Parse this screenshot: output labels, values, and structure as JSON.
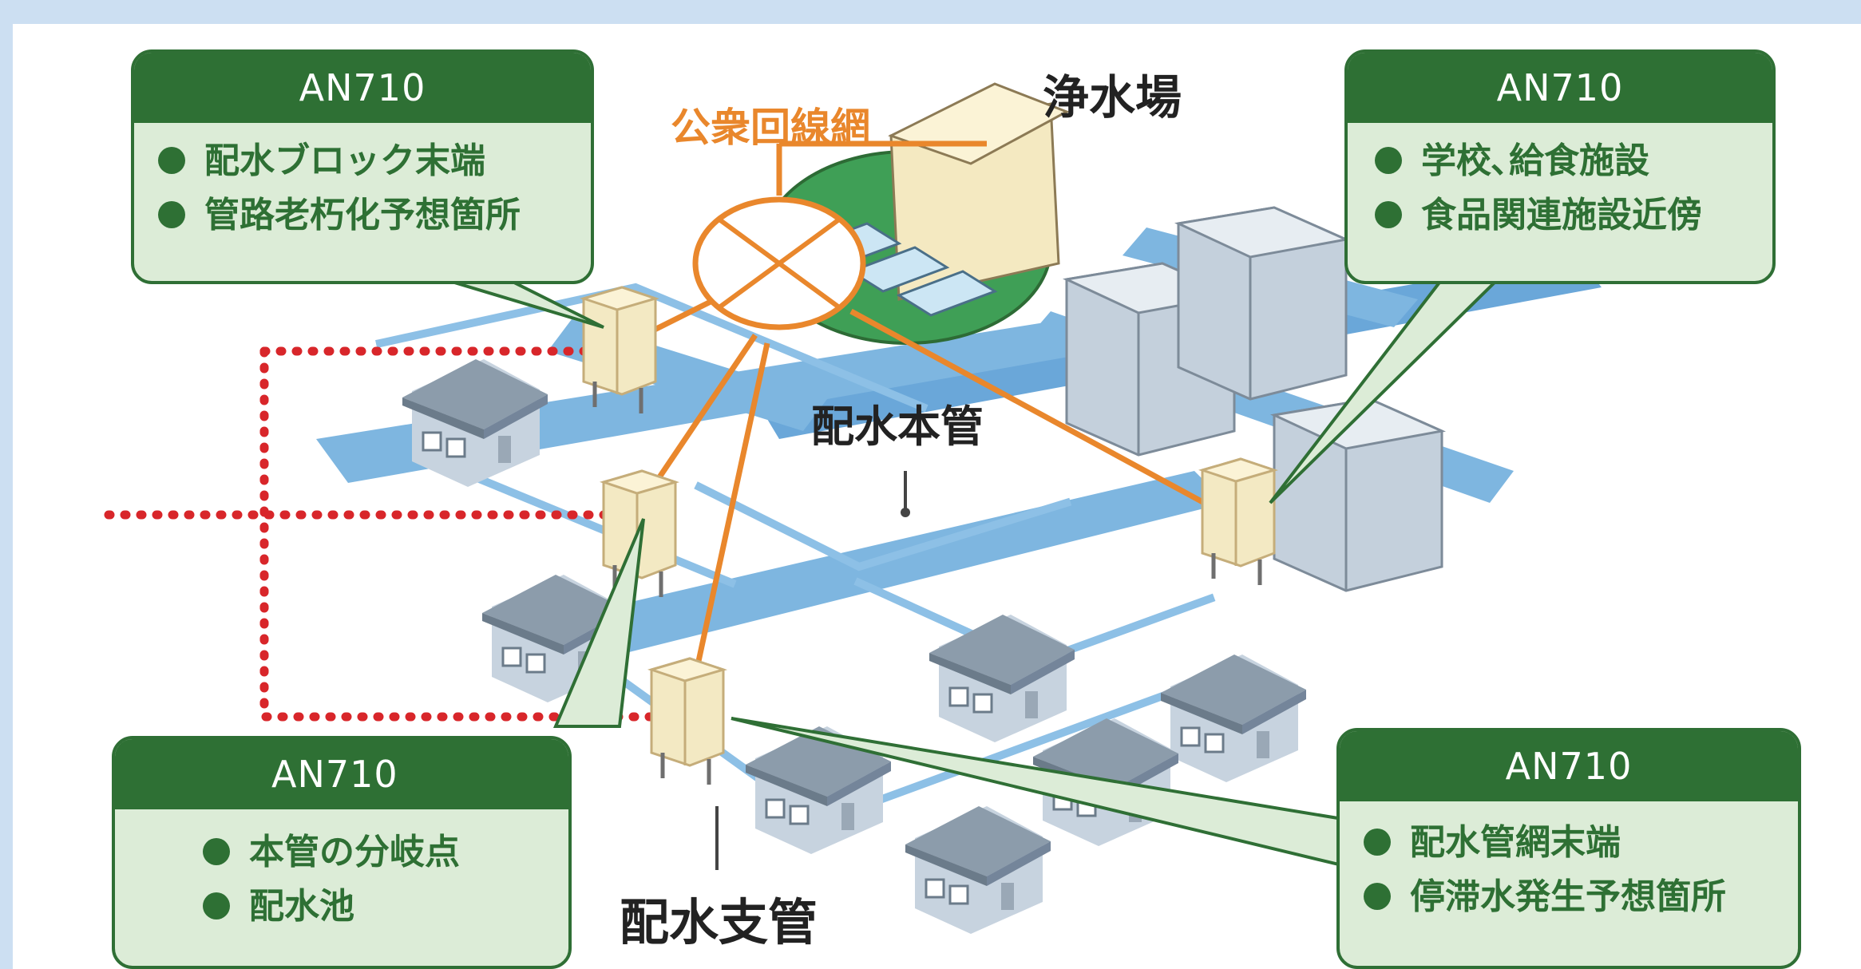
{
  "diagram": {
    "labels": {
      "public_network": "公衆回線網",
      "water_treatment_plant": "浄水場",
      "main_pipe": "配水本管",
      "branch_pipe": "配水支管"
    },
    "callouts": [
      {
        "id": "top-left",
        "title": "AN710",
        "items": [
          "配水ブロック末端",
          "管路老朽化予想箇所"
        ]
      },
      {
        "id": "top-right",
        "title": "AN710",
        "items": [
          "学校､給食施設",
          "食品関連施設近傍"
        ]
      },
      {
        "id": "bottom-left",
        "title": "AN710",
        "items": [
          "本管の分岐点",
          "配水池"
        ]
      },
      {
        "id": "bottom-right",
        "title": "AN710",
        "items": [
          "配水管網末端",
          "停滞水発生予想箇所"
        ]
      }
    ],
    "colors": {
      "frame": "#ccdff2",
      "callout_header": "#2e7034",
      "callout_body": "#dcecd7",
      "network_line": "#e9872c",
      "pipe": "#4b9bd1",
      "dotted_line": "#d8262a",
      "device": "#f1e6bd",
      "building": "#c5d2de"
    },
    "icons": [
      "building-icon",
      "house-icon",
      "device-icon",
      "network-node-icon"
    ]
  }
}
